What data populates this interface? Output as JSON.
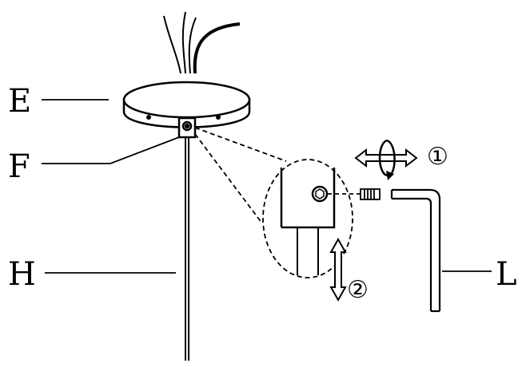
{
  "labels": {
    "e": "E",
    "f": "F",
    "h": "H",
    "l": "L"
  },
  "steps": {
    "one": "①",
    "two": "②"
  },
  "colors": {
    "line": "#000000",
    "background": "#ffffff"
  }
}
